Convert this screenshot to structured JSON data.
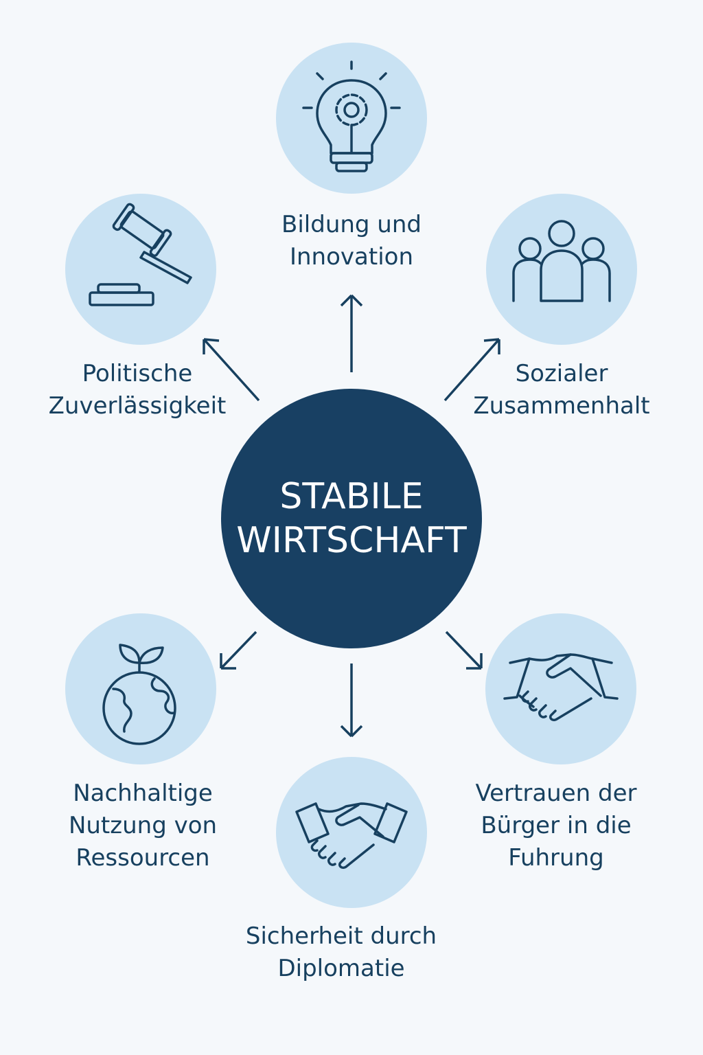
{
  "center": {
    "line1": "STABILE",
    "line2": "WIRTSCHAFT"
  },
  "nodes": [
    {
      "icon": "lightbulb-gear-icon",
      "line1": "Bildung und",
      "line2": "Innovation"
    },
    {
      "icon": "gavel-icon",
      "line1": "Politische",
      "line2": "Zuverlässigkeit"
    },
    {
      "icon": "people-group-icon",
      "line1": "Sozialer",
      "line2": "Zusammenhalt"
    },
    {
      "icon": "globe-sprout-icon",
      "line1": "Nachhaltige",
      "line2": "Nutzung von",
      "line3": "Ressourcen"
    },
    {
      "icon": "handshake-icon",
      "line1": "Vertrauen der",
      "line2": "Bürger in die",
      "line3": "Fuhrung"
    },
    {
      "icon": "handshake-icon",
      "line1": "Sicherheit durch",
      "line2": "Diplomatie"
    }
  ],
  "colors": {
    "background": "#f5f8fb",
    "circle": "#c9e2f3",
    "navy": "#184063"
  }
}
